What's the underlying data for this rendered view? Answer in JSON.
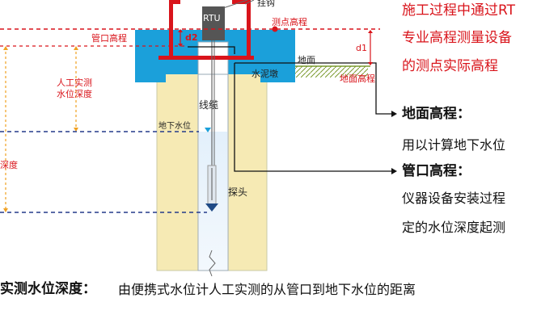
{
  "diagram": {
    "labels": {
      "pipe_mouth_elevation": "管口高程",
      "d2": "d2",
      "rtu": "RTU",
      "hook": "挂钩",
      "measure_point_elevation": "测点高程",
      "ground": "地面",
      "ground_elevation": "地面高程",
      "d1": "d1",
      "cement_pier": "水泥墩",
      "manual_depth": [
        "人工实测",
        "水位深度"
      ],
      "cable": "线缆",
      "groundwater_level": "地下水位",
      "depth_fragment": "深度",
      "probe": "探头"
    },
    "notes": {
      "red_lines": [
        "施工过程中通过RT",
        "专业高程测量设备",
        "的测点实际高程"
      ],
      "ground_title": "地面高程：",
      "ground_desc": "用以计算地下水位",
      "pipe_title": "管口高程：",
      "pipe_desc": [
        "仪器设备安装过程",
        "定的水位深度起测"
      ]
    },
    "footer": {
      "term": "实测水位深度：",
      "desc": "由便携式水位计人工实测的从管口到地下水位的距离"
    }
  }
}
